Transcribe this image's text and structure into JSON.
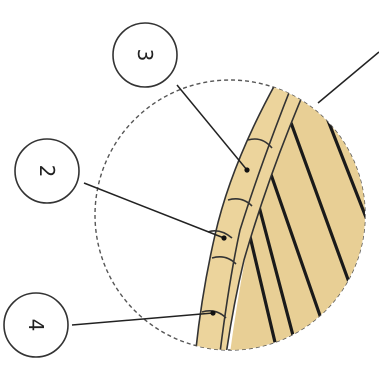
{
  "callouts": [
    {
      "id": "callout-3",
      "number": "3"
    },
    {
      "id": "callout-2",
      "number": "2"
    },
    {
      "id": "callout-4",
      "number": "4"
    }
  ],
  "colors": {
    "wood_fill": "#e8cf95",
    "wood_grain": "#1a1a1a",
    "outline": "#333333",
    "dashed_circle": "#555555",
    "background": "#ffffff"
  }
}
